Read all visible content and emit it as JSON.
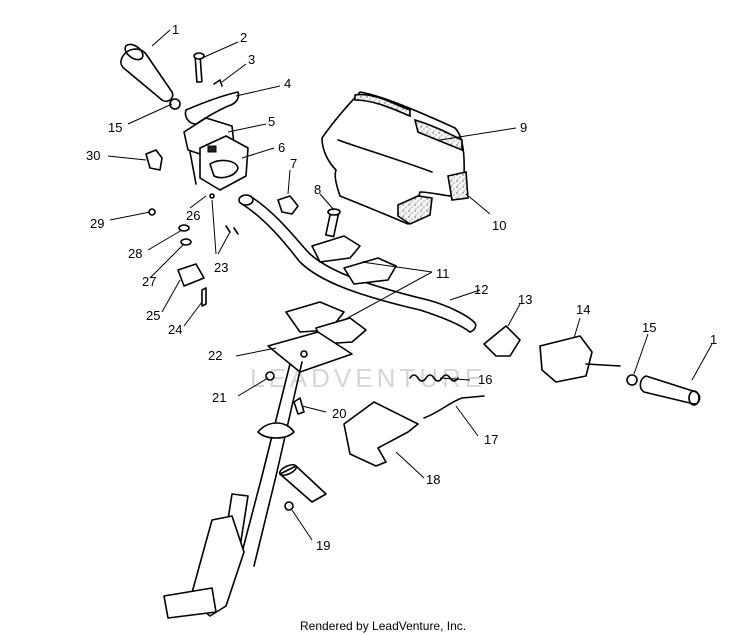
{
  "watermark": "LEADVENTURE",
  "credit": "Rendered by LeadVenture, Inc.",
  "callouts": [
    {
      "id": "c1a",
      "text": "1"
    },
    {
      "id": "c2",
      "text": "2"
    },
    {
      "id": "c3",
      "text": "3"
    },
    {
      "id": "c4",
      "text": "4"
    },
    {
      "id": "c15a",
      "text": "15"
    },
    {
      "id": "c5",
      "text": "5"
    },
    {
      "id": "c30",
      "text": "30"
    },
    {
      "id": "c6",
      "text": "6"
    },
    {
      "id": "c7",
      "text": "7"
    },
    {
      "id": "c9",
      "text": "9"
    },
    {
      "id": "c10",
      "text": "10"
    },
    {
      "id": "c8",
      "text": "8"
    },
    {
      "id": "c29",
      "text": "29"
    },
    {
      "id": "c26",
      "text": "26"
    },
    {
      "id": "c28",
      "text": "28"
    },
    {
      "id": "c23",
      "text": "23"
    },
    {
      "id": "c27",
      "text": "27"
    },
    {
      "id": "c11",
      "text": "11"
    },
    {
      "id": "c12",
      "text": "12"
    },
    {
      "id": "c13",
      "text": "13"
    },
    {
      "id": "c14",
      "text": "14"
    },
    {
      "id": "c25",
      "text": "25"
    },
    {
      "id": "c24",
      "text": "24"
    },
    {
      "id": "c15b",
      "text": "15"
    },
    {
      "id": "c1b",
      "text": "1"
    },
    {
      "id": "c22",
      "text": "22"
    },
    {
      "id": "c16",
      "text": "16"
    },
    {
      "id": "c21",
      "text": "21"
    },
    {
      "id": "c20",
      "text": "20"
    },
    {
      "id": "c17",
      "text": "17"
    },
    {
      "id": "c18",
      "text": "18"
    },
    {
      "id": "c19",
      "text": "19"
    }
  ]
}
